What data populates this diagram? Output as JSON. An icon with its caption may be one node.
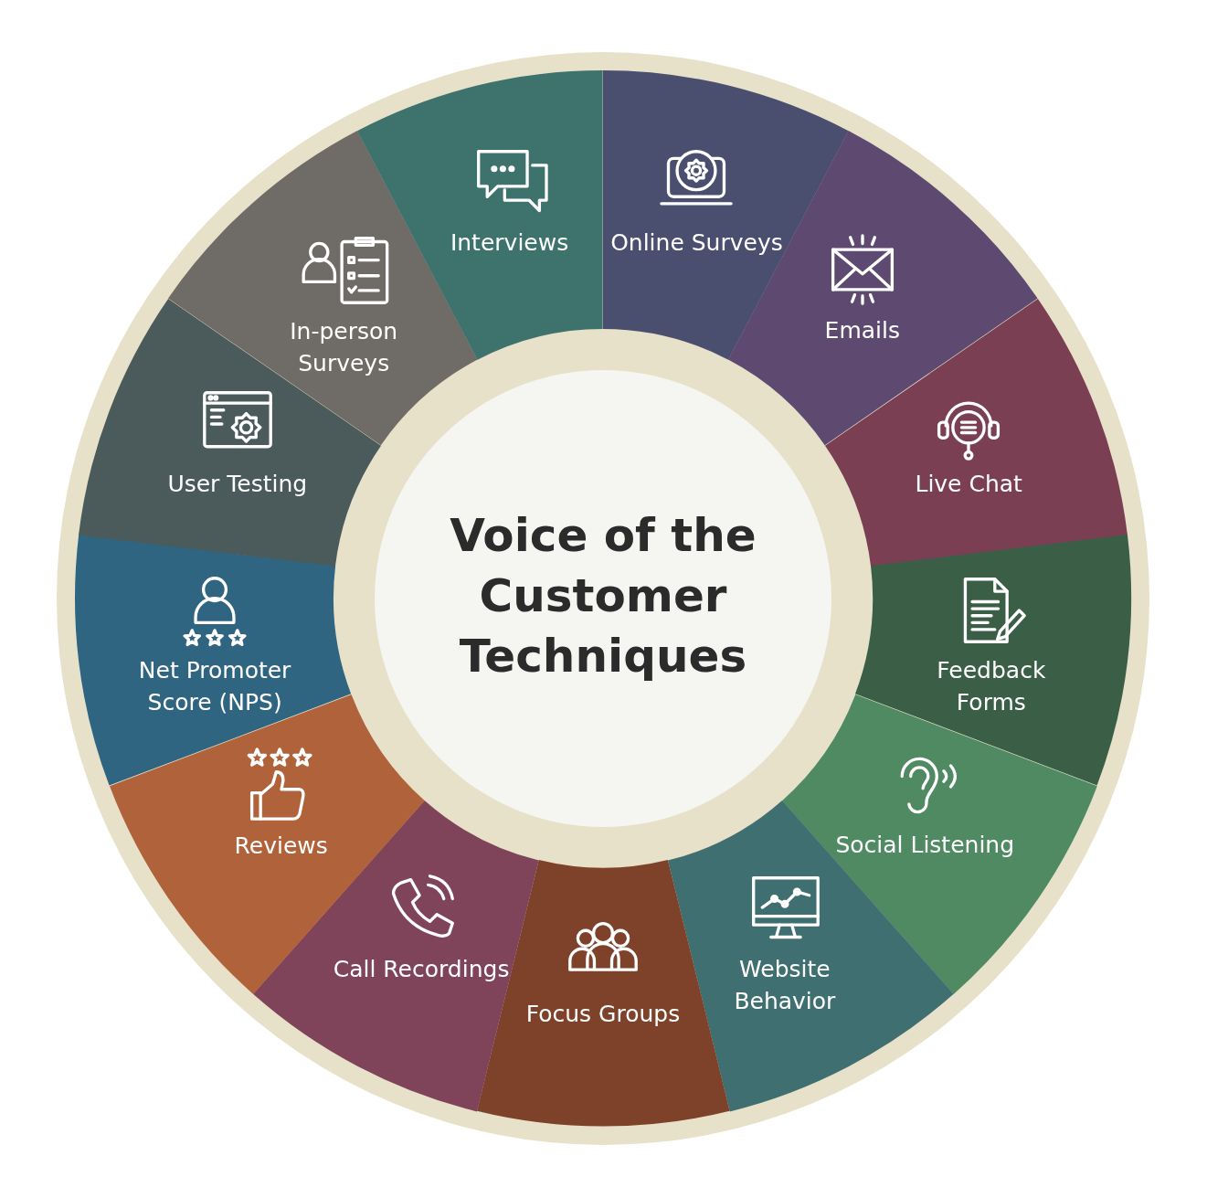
{
  "diagram": {
    "nodes": [
      {
        "text": [
          "Voice of the Customer Techniques"
        ]
      },
      {
        "text": [
          "Online Surveys"
        ]
      },
      {
        "text": [
          "Emails"
        ]
      },
      {
        "text": [
          "Live Chat"
        ]
      },
      {
        "text": [
          "Feedback Forms"
        ]
      },
      {
        "text": [
          "Social Listening"
        ]
      },
      {
        "text": [
          "Website Behavior"
        ]
      },
      {
        "text": [
          "Focus Groups"
        ]
      },
      {
        "text": [
          "Call Recordings"
        ]
      },
      {
        "text": [
          "Reviews"
        ]
      },
      {
        "text": [
          "Net Promoter Score (NPS)"
        ]
      },
      {
        "text": [
          "User Testing"
        ]
      },
      {
        "text": [
          "In-person Surveys"
        ]
      },
      {
        "text": [
          "Interviews"
        ]
      }
    ],
    "edges": []
  }
}
